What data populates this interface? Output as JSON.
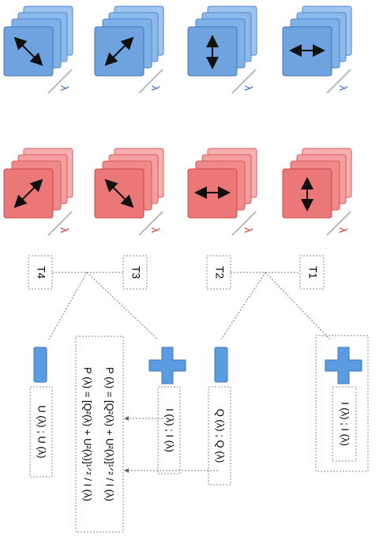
{
  "colors": {
    "blue_stack": "#7fb0e6",
    "blue_stack_dark": "#4f86c9",
    "red_stack": "#f08a8a",
    "red_stack_dark": "#d95a5a",
    "blue_lambda": "#3a6fc4",
    "red_lambda": "#d83a3a",
    "plus_shape": "#5b9be0",
    "bar_shape": "#5b9be0",
    "dotted_line": "#777777"
  },
  "symbols": {
    "lambda": "λ"
  },
  "blue_stacks": [
    {
      "icon": "diagonal-arrow-icon"
    },
    {
      "icon": "antidiagonal-arrow-icon"
    },
    {
      "icon": "horizontal-arrow-icon"
    },
    {
      "icon": "vertical-arrow-icon"
    }
  ],
  "red_stacks": [
    {
      "icon": "antidiagonal-arrow-icon"
    },
    {
      "icon": "diagonal-arrow-icon"
    },
    {
      "icon": "vertical-arrow-icon"
    },
    {
      "icon": "horizontal-arrow-icon"
    }
  ],
  "time_labels": [
    "T4",
    "T3",
    "T2",
    "T1"
  ],
  "products": {
    "intensity_left": "I (λ) ; I (λ)",
    "intensity_right": "I (λ) ; I (λ)",
    "stokes_q": "Q (λ) ; Q (λ)",
    "stokes_u": "U (λ) ; U (λ)"
  },
  "formulas": {
    "p_blue": "P (λ) = [Q²(λ) + U²(λ)]¹ᐟ² / I (λ)",
    "p_red": "P (λ) = [Q²(λ) + U²(λ)]¹ᐟ² / I (λ)"
  }
}
